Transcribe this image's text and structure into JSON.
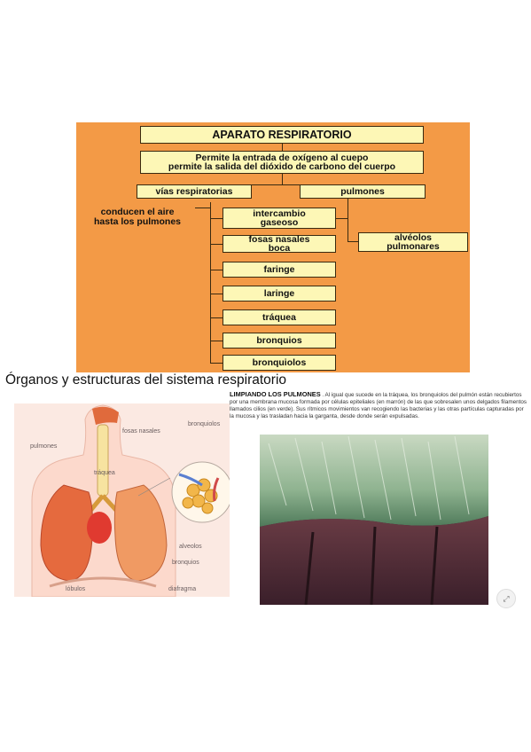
{
  "concept_map": {
    "title": "APARATO RESPIRATORIO",
    "function_line1": "Permite la entrada de oxígeno al cuepo",
    "function_line2": "permite la salida del dióxido de carbono del cuerpo",
    "vias": "vías respiratorias",
    "pulmones": "pulmones",
    "conducen_line1": "conducen el aire",
    "conducen_line2": "hasta los pulmones",
    "intercambio_line1": "intercambio",
    "intercambio_line2": "gaseoso",
    "fosas_line1": "fosas nasales",
    "fosas_line2": "boca",
    "faringe": "faringe",
    "laringe": "laringe",
    "traquea": "tráquea",
    "bronquios": "bronquios",
    "bronquiolos": "bronquiolos",
    "alveolos_line1": "alvéolos",
    "alveolos_line2": "pulmonares"
  },
  "section_title": "Órganos y estructuras del sistema respiratorio",
  "anatomy_labels": {
    "pulmones": "pulmones",
    "fosas_nasales": "fosas nasales",
    "bronquiolos": "bronquiolos",
    "traquea": "tráquea",
    "alveolos": "alveolos",
    "bronquios": "bronquios",
    "lobulos": "lóbulos",
    "diafragma": "diafragma"
  },
  "paragraph": {
    "heading": "LIMPIANDO LOS PULMONES",
    "body": ". Al igual que sucede en la tráquea, los bronquiolos del pulmón están recubiertos por una membrana mucosa formada por células epiteliales (en marrón) de las que sobresalen unos delgados filamentos llamados cilios (en verde). Sus rítmicos movimientos van recogiendo las bacterias y las otras partículas capturadas por la mucosa y las trasladan hacia la garganta, desde donde serán expulsadas."
  },
  "icons": {
    "expand": "expand-icon"
  }
}
